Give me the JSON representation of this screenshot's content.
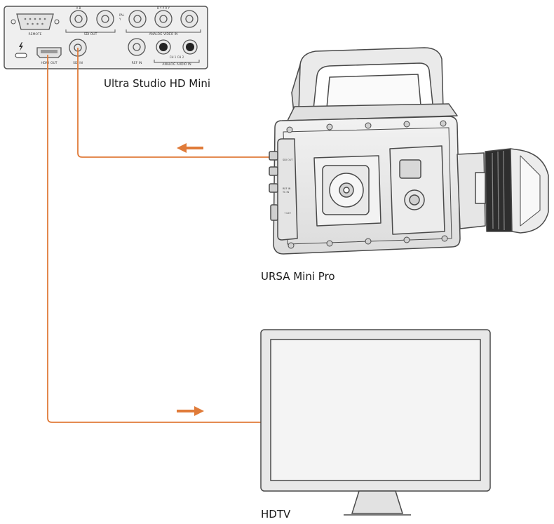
{
  "labels": {
    "ultrastudio": "Ultra Studio HD Mini",
    "ursa": "URSA Mini Pro",
    "hdtv": "HDTV"
  },
  "device_panel": {
    "remote": "REMOTE",
    "sdi_out": "SDI OUT",
    "analog_video_in": "ANALOG VIDEO IN",
    "hdmi_out": "HDMI OUT",
    "sdi_in": "SDI IN",
    "ref_in": "REF IN",
    "analog_audio_in": "ANALOG AUDIO IN",
    "ch": "CH 1  CH 2",
    "a_b": "A  B",
    "pal": "PAL",
    "y": "Y",
    "ypbpr": "B  Y  P  R  Y"
  },
  "camera_panel": {
    "sdi_out": "SDI OUT",
    "ref_in": "REF IN",
    "tc_in": "TC IN",
    "v12": "+12V"
  },
  "colors": {
    "cable": "#e07b39",
    "outline": "#4a4a4a",
    "device_fill": "#eeeeee",
    "screen_fill": "#f4f4f4"
  },
  "icons": [
    "thunderbolt-icon",
    "arrow-left-icon",
    "arrow-right-icon"
  ]
}
